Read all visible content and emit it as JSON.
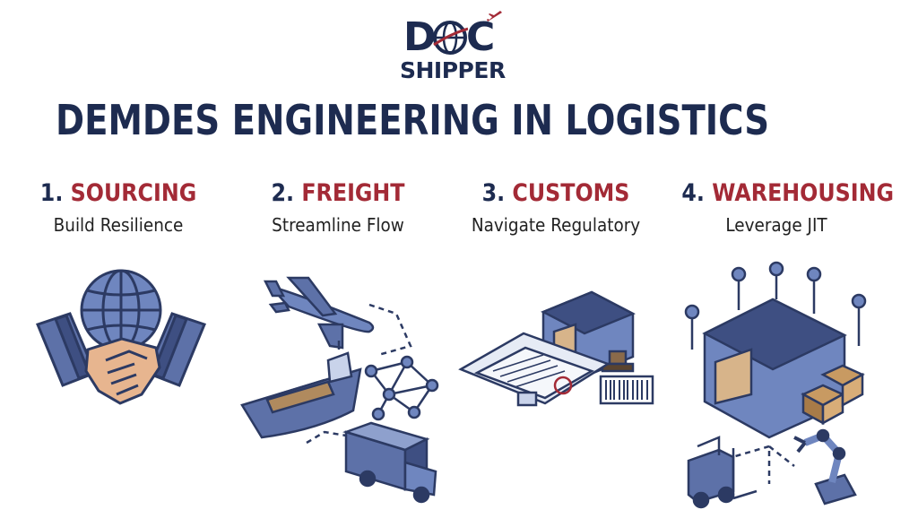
{
  "logo": {
    "line1_left": "D",
    "line1_right": "C",
    "line2": "SHIPPER"
  },
  "title": "DEMDES ENGINEERING IN LOGISTICS",
  "steps": [
    {
      "number": "1.",
      "name": "SOURCING",
      "subtitle": "Build Resilience",
      "icon": "handshake-globe-icon"
    },
    {
      "number": "2.",
      "name": "FREIGHT",
      "subtitle": "Streamline Flow",
      "icon": "airplane-ship-truck-network-icon"
    },
    {
      "number": "3.",
      "name": "CUSTOMS",
      "subtitle": "Navigate Regulatory",
      "icon": "customs-documents-warehouse-icon"
    },
    {
      "number": "4.",
      "name": "WAREHOUSING",
      "subtitle": "Leverage JIT",
      "icon": "smart-warehouse-forklift-robot-icon"
    }
  ],
  "colors": {
    "navy": "#1d2b50",
    "red": "#a32a36",
    "icon_blue": "#6f86bf",
    "icon_dark": "#2c3a63"
  }
}
